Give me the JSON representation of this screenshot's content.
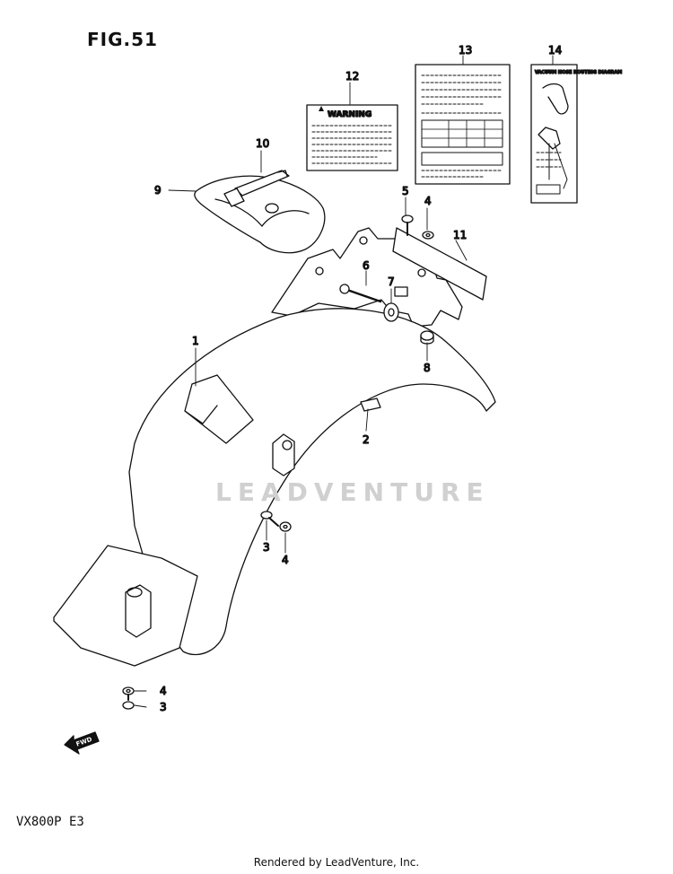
{
  "figure": {
    "title": "FIG.51"
  },
  "model": "VX800P  E3",
  "footer": "Rendered by LeadVenture, Inc.",
  "watermark": "LEADVENTURE",
  "labels": {
    "warning_label_heading": "WARNING",
    "vacuum_diagram_heading": "VACUUM HOSE ROUTING DIAGRAM",
    "front_arrow": "FWD"
  },
  "callouts": [
    {
      "id": "1",
      "part": "rear-fender"
    },
    {
      "id": "2",
      "part": "fender-cushion"
    },
    {
      "id": "3",
      "part": "bolt-upper"
    },
    {
      "id": "4",
      "part": "washer-upper"
    },
    {
      "id": "3",
      "part": "bolt-lower"
    },
    {
      "id": "4",
      "part": "washer-lower"
    },
    {
      "id": "4",
      "part": "washer-top"
    },
    {
      "id": "5",
      "part": "bolt-top"
    },
    {
      "id": "6",
      "part": "bolt-mount"
    },
    {
      "id": "7",
      "part": "collar"
    },
    {
      "id": "8",
      "part": "nut"
    },
    {
      "id": "9",
      "part": "tool-bag"
    },
    {
      "id": "10",
      "part": "tool-bag-strap"
    },
    {
      "id": "11",
      "part": "seal"
    },
    {
      "id": "12",
      "part": "warning-label"
    },
    {
      "id": "13",
      "part": "info-label"
    },
    {
      "id": "14",
      "part": "vacuum-hose-label"
    }
  ]
}
